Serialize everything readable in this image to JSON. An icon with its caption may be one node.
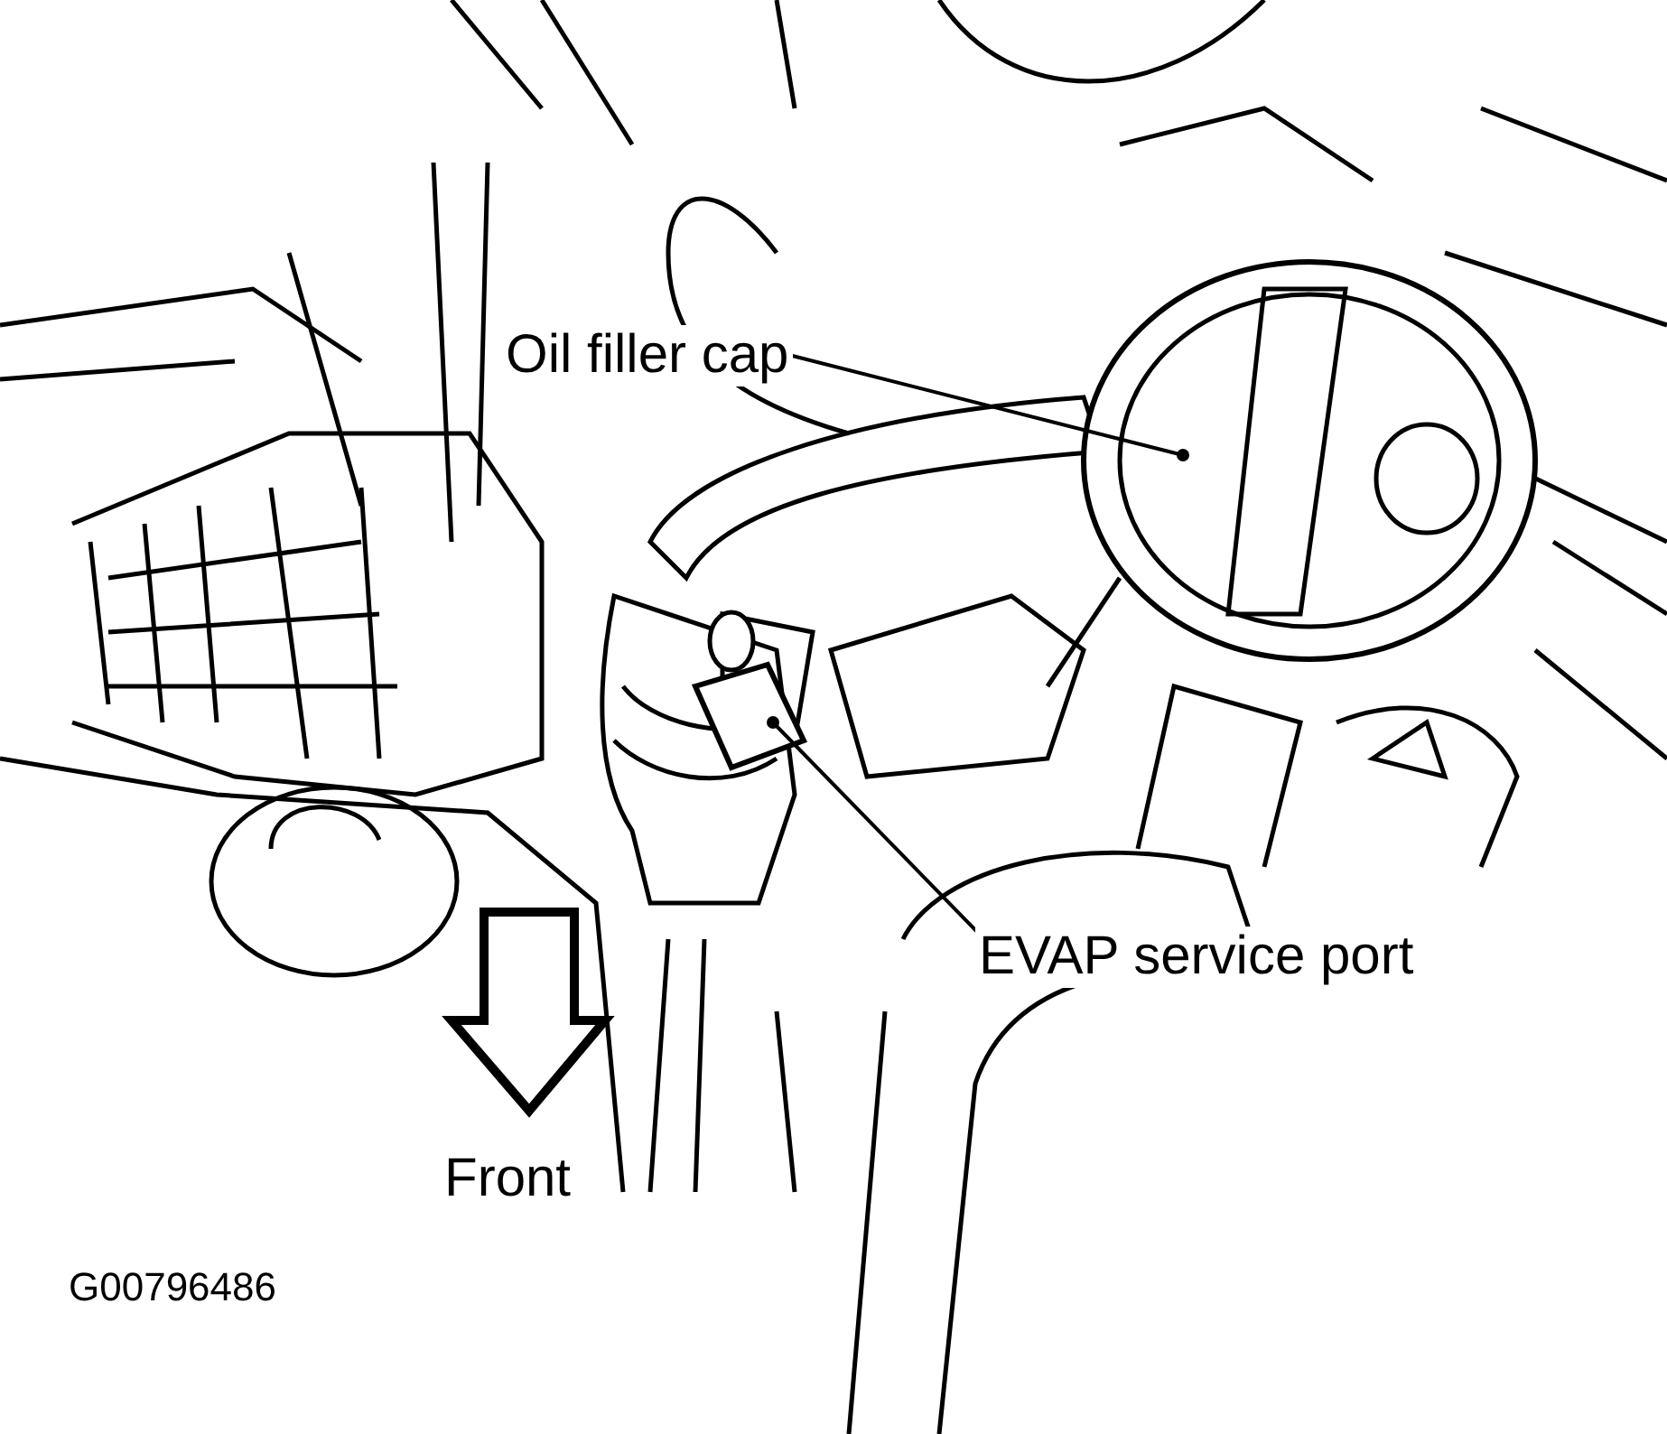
{
  "diagram": {
    "nodes": [
      {
        "text": [
          "Oil filler cap"
        ]
      },
      {
        "text": [],
        "shape": "picture"
      },
      {
        "text": [
          "EVAP service port"
        ]
      },
      {
        "text": [],
        "shape": "picture"
      }
    ],
    "edges": [
      {
        "from": 0,
        "to": 1,
        "arrow": "other"
      },
      {
        "from": 2,
        "to": 3,
        "arrow": "other"
      }
    ],
    "labels": [
      "Front",
      "G00796486"
    ]
  }
}
